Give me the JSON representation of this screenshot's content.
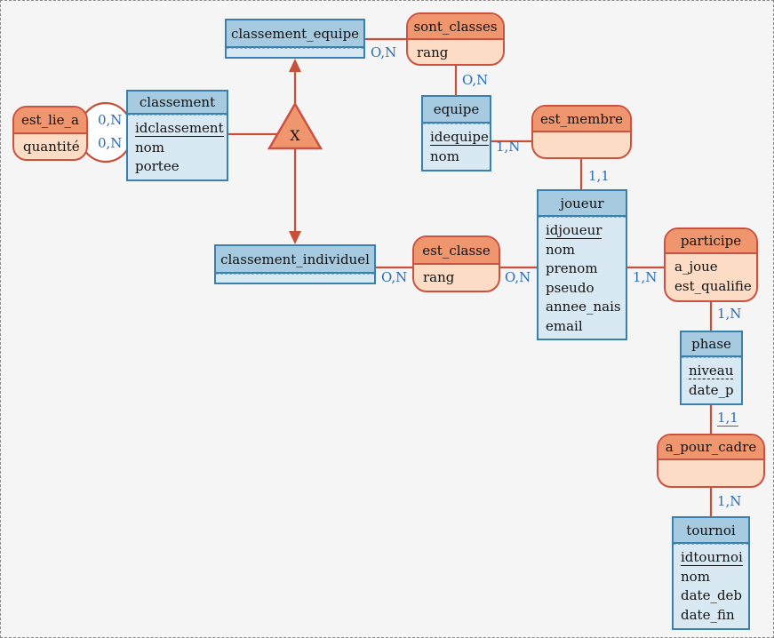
{
  "colors": {
    "background": "#f5f5f5",
    "entity_border": "#3a80ad",
    "entity_header_fill": "#a6cbe1",
    "entity_body_fill": "#d8e9f4",
    "relation_border": "#cb5140",
    "relation_header_fill": "#f0966f",
    "relation_body_fill": "#fcdcc4",
    "line": "#c75039",
    "cardinality_text": "#2a6db5"
  },
  "entities": {
    "classement_equipe": {
      "name": "classement_equipe"
    },
    "classement": {
      "name": "classement",
      "a1": "idclassement",
      "a2": "nom",
      "a3": "portee"
    },
    "equipe": {
      "name": "equipe",
      "a1": "idequipe",
      "a2": "nom"
    },
    "joueur": {
      "name": "joueur",
      "a1": "idjoueur",
      "a2": "nom",
      "a3": "prenom",
      "a4": "pseudo",
      "a5": "annee_nais",
      "a6": "email"
    },
    "classement_individuel": {
      "name": "classement_individuel"
    },
    "phase": {
      "name": "phase",
      "a1": "niveau",
      "a2": "date_p"
    },
    "tournoi": {
      "name": "tournoi",
      "a1": "idtournoi",
      "a2": "nom",
      "a3": "date_deb",
      "a4": "date_fin"
    }
  },
  "relations": {
    "est_lie_a": {
      "name": "est_lie_a",
      "a1": "quantité"
    },
    "sont_classes": {
      "name": "sont_classes",
      "a1": "rang"
    },
    "est_membre": {
      "name": "est_membre"
    },
    "est_classe": {
      "name": "est_classe",
      "a1": "rang"
    },
    "participe": {
      "name": "participe",
      "a1": "a_joue",
      "a2": "est_qualifie"
    },
    "a_pour_cadre": {
      "name": "a_pour_cadre"
    }
  },
  "cardinalities": {
    "est_lie_a_classement_1": "0,N",
    "est_lie_a_classement_2": "0,N",
    "classement_equipe_sont_classes": "O,N",
    "sont_classes_equipe": "O,N",
    "equipe_est_membre": "1,N",
    "est_membre_joueur": "1,1",
    "classement_individuel_est_classe": "O,N",
    "est_classe_joueur": "O,N",
    "joueur_participe": "1,N",
    "participe_phase": "1,N",
    "phase_a_pour_cadre": "1,1",
    "a_pour_cadre_tournoi": "1,N"
  },
  "constraint": {
    "label": "X"
  }
}
